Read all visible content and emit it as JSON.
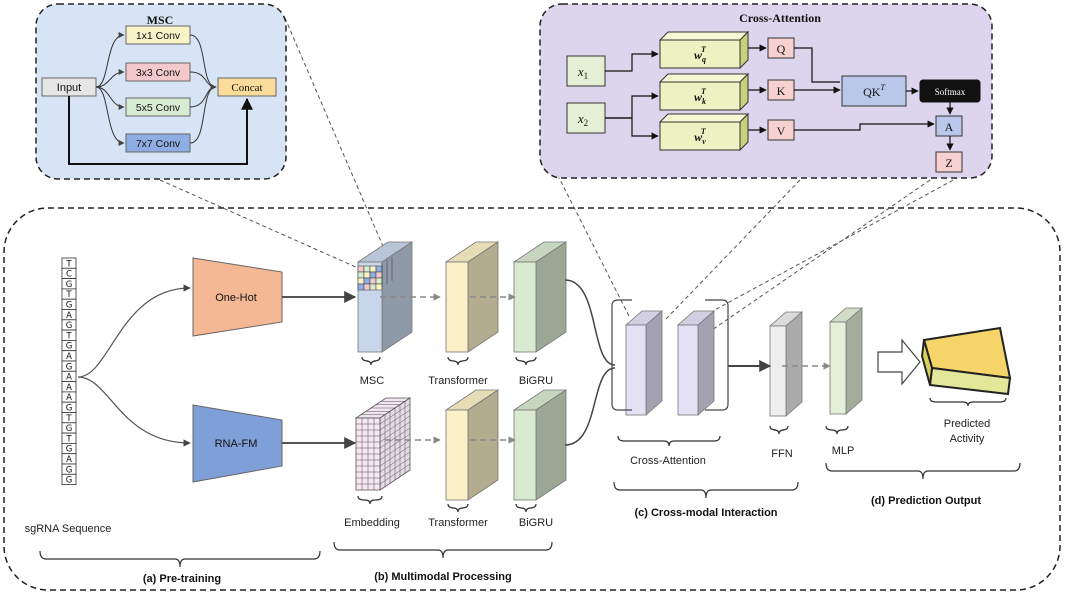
{
  "msc_panel": {
    "title": "MSC",
    "input_label": "Input",
    "concat_label": "Concat",
    "convs": [
      "1x1 Conv",
      "3x3 Conv",
      "5x5 Conv",
      "7x7 Conv"
    ]
  },
  "cross_attention_panel": {
    "title": "Cross-Attention",
    "x1": "x",
    "x1_sub": "1",
    "x2": "x",
    "x2_sub": "2",
    "wq": "w",
    "wq_sub": "q",
    "wk": "w",
    "wk_sub": "k",
    "wv": "w",
    "wv_sub": "v",
    "w_sup": "T",
    "q": "Q",
    "k": "K",
    "v": "V",
    "qk": "QK",
    "qk_sup": "T",
    "softmax": "Softmax",
    "a": "A",
    "z": "Z"
  },
  "sequence": {
    "label": "sgRNA Sequence",
    "bases": [
      "T",
      "C",
      "G",
      "T",
      "G",
      "A",
      "G",
      "T",
      "G",
      "A",
      "G",
      "A",
      "A",
      "A",
      "G",
      "T",
      "G",
      "T",
      "G",
      "A",
      "G",
      "G"
    ]
  },
  "encoders": {
    "one_hot": "One-Hot",
    "rna_fm": "RNA-FM"
  },
  "blocks": {
    "msc": "MSC",
    "transformer_top": "Transformer",
    "bigru_top": "BiGRU",
    "embedding": "Embedding",
    "transformer_bottom": "Transformer",
    "bigru_bottom": "BiGRU",
    "cross_attention": "Cross-Attention",
    "ffn": "FFN",
    "mlp": "MLP",
    "predicted_line1": "Predicted",
    "predicted_line2": "Activity"
  },
  "sections": {
    "a": "(a) Pre-training",
    "b": "(b) Multimodal Processing",
    "c": "(c) Cross-modal Interaction",
    "d": "(d) Prediction Output"
  },
  "colors": {
    "msc_panel_bg": "#d6e4f5",
    "ca_panel_bg": "#ddd5ee",
    "one_hot": "#f5b894",
    "rna_fm": "#7f9fd8",
    "msc_block": "#c7d6ea",
    "transformer": "#faefc6",
    "bigru": "#d8ead0",
    "cross_attention": "#e4e1f4",
    "ffn": "#eeeeee",
    "mlp": "#e2f0d8",
    "weight": "#eef2c2",
    "prediction_top": "#f5d46a",
    "prediction_side": "#e2e89a"
  }
}
